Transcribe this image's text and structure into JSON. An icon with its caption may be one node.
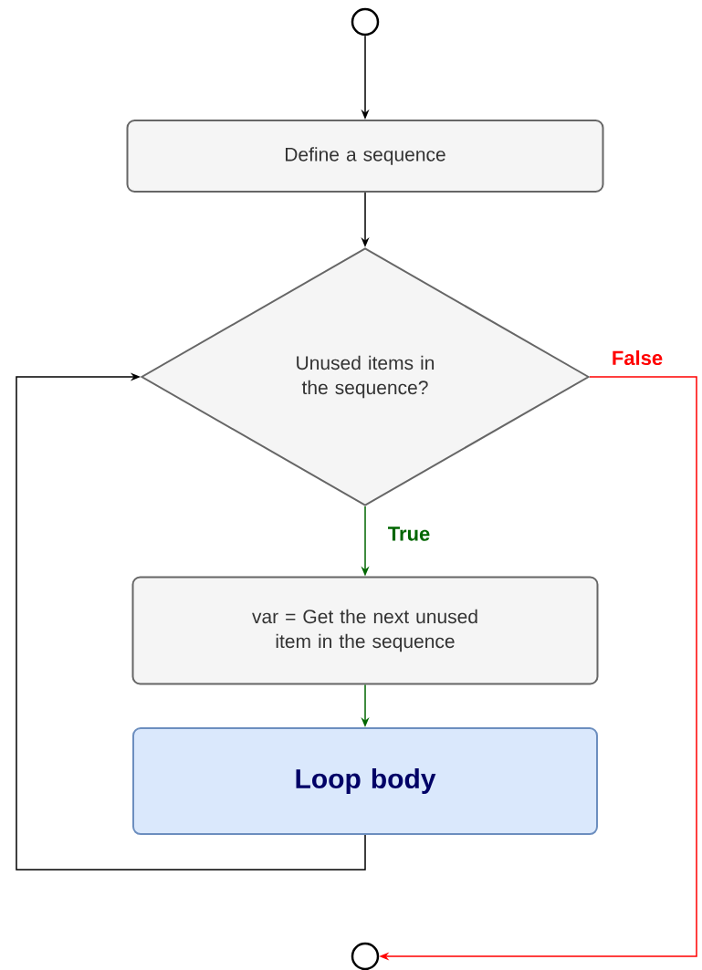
{
  "diagram": {
    "nodes": [
      {
        "text": [],
        "shape": "circle"
      },
      {
        "text": [
          "Define a sequence"
        ]
      },
      {
        "text": [
          "Unused items in the sequence?"
        ]
      },
      {
        "text": [
          "var = Get the next unused item in the sequence"
        ]
      },
      {
        "text": [
          "Loop body"
        ]
      },
      {
        "text": [],
        "shape": "circle"
      }
    ],
    "edges": [
      {
        "from": 0,
        "to": 1,
        "arrow": "to"
      },
      {
        "from": 1,
        "to": 2,
        "arrow": "to"
      },
      {
        "from": 2,
        "to": 3,
        "arrow": "to",
        "label": "True",
        "color": "#006600"
      },
      {
        "from": 3,
        "to": 4,
        "arrow": "to",
        "color": "#006600"
      },
      {
        "from": 4,
        "to": 2,
        "arrow": "to"
      },
      {
        "from": 2,
        "to": 5,
        "arrow": "to",
        "label": "False",
        "color": "#ff0000"
      }
    ]
  }
}
